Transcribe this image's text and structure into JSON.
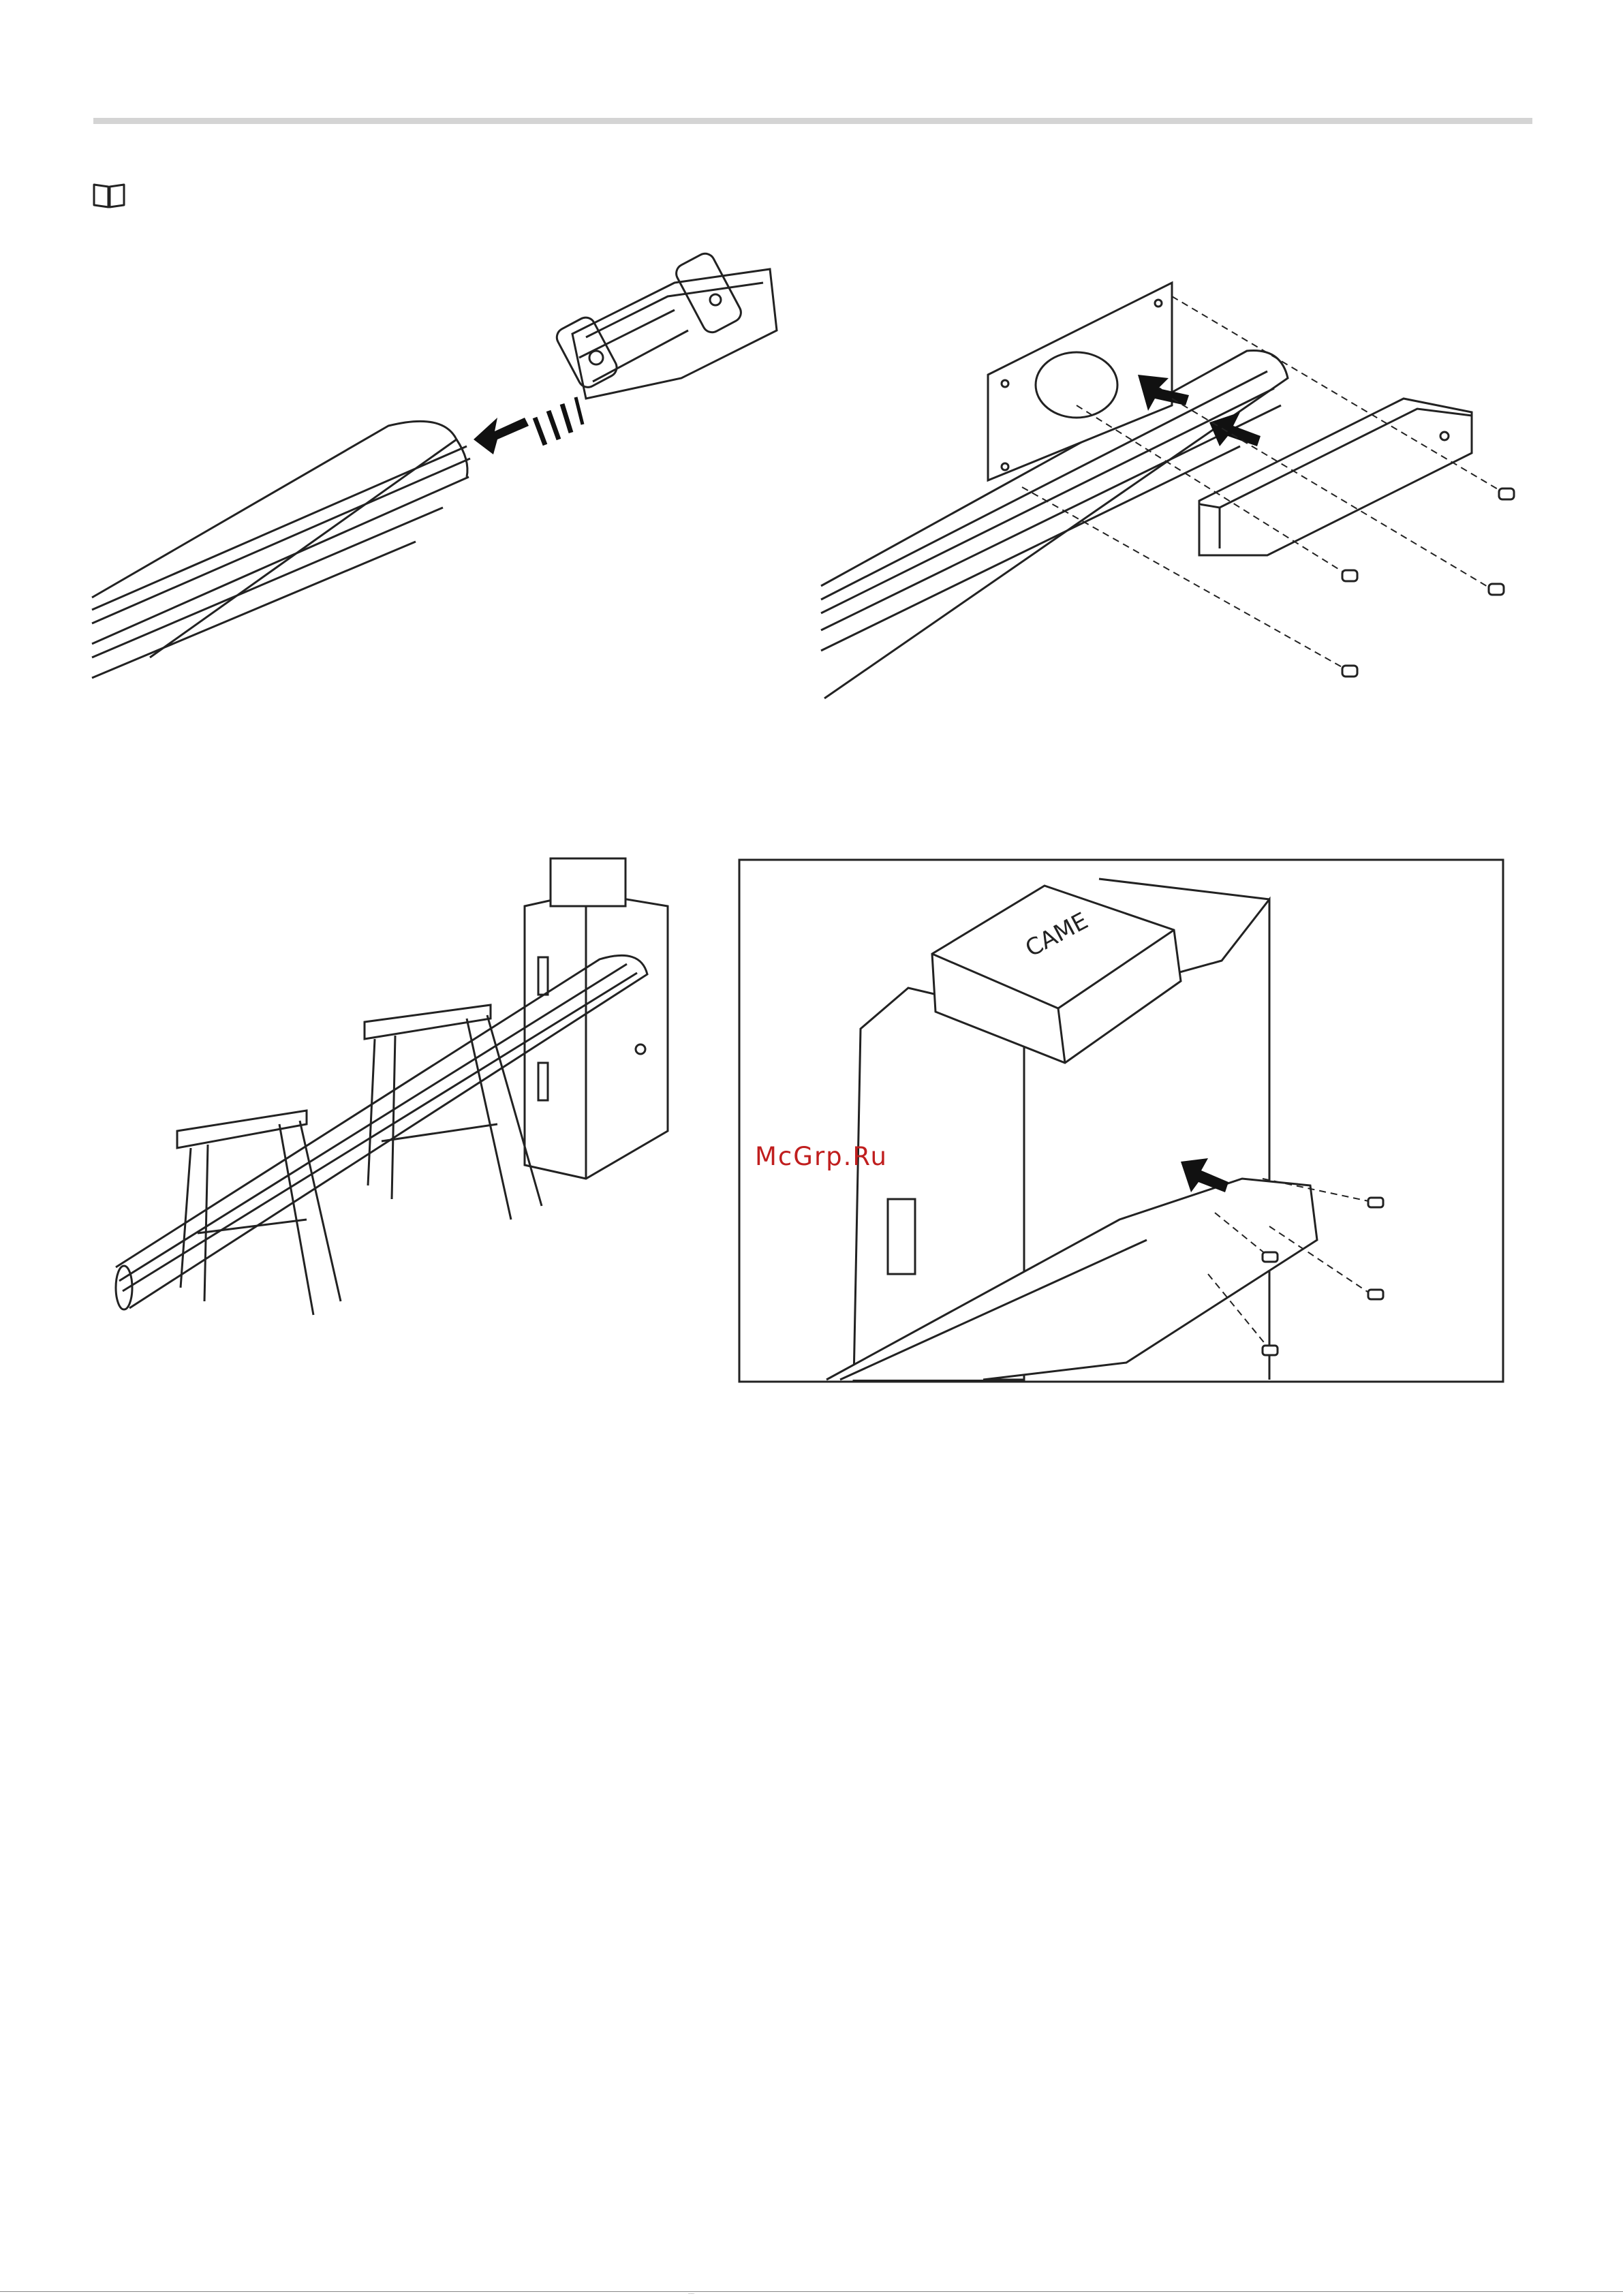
{
  "page": {
    "header_rule": "header-rule",
    "note_icon": "open-book-icon"
  },
  "figures": [
    {
      "name": "fig-insert-joint-into-boom",
      "icons": [
        "boom-profile",
        "joint-insert",
        "push-arrow-icon"
      ]
    },
    {
      "name": "fig-fit-flange-and-cover",
      "icons": [
        "boom-profile",
        "mounting-plate",
        "cover-channel",
        "screw-icon",
        "push-arrow-icon"
      ]
    },
    {
      "name": "fig-boom-on-trestles",
      "icons": [
        "barrier-cabinet",
        "boom-profile",
        "trestle"
      ]
    },
    {
      "name": "fig-detail-fasten-boom",
      "icons": [
        "barrier-cabinet",
        "control-unit",
        "boom-profile",
        "screw-icon",
        "push-arrow-icon"
      ]
    }
  ],
  "labels": {
    "brand_text": "CAME",
    "watermark": "McGrp.Ru",
    "footer_mark": "-----"
  }
}
